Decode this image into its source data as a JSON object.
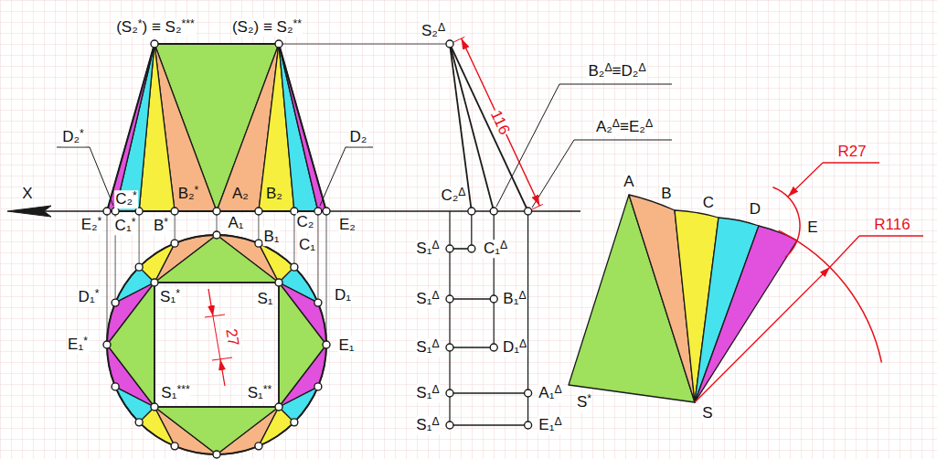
{
  "diagram": {
    "labels": [
      "(S₂*) ≡ S₂***",
      "(S₂) ≡ S₂**",
      "S₂Δ",
      "B₂Δ≡D₂Δ",
      "A₂Δ≡E₂Δ",
      "116",
      "D₂*",
      "D₂",
      "X",
      "E₂*",
      "C₂*",
      "C₁*",
      "B₂*",
      "B*",
      "A₂",
      "A₁",
      "B₂",
      "B₁",
      "C₂",
      "C₁",
      "E₂",
      "C₂Δ",
      "S₁Δ",
      "C₁Δ",
      "S₁Δ",
      "B₁Δ",
      "S₁Δ",
      "D₁Δ",
      "S₁Δ",
      "A₁Δ",
      "S₁Δ",
      "E₁Δ",
      "D₁*",
      "S₁*",
      "S₁",
      "D₁",
      "E₁*",
      "E₁",
      "27",
      "S₁***",
      "S₁**",
      "A",
      "B",
      "C",
      "D",
      "E",
      "R27",
      "R116",
      "S*",
      "S"
    ]
  }
}
